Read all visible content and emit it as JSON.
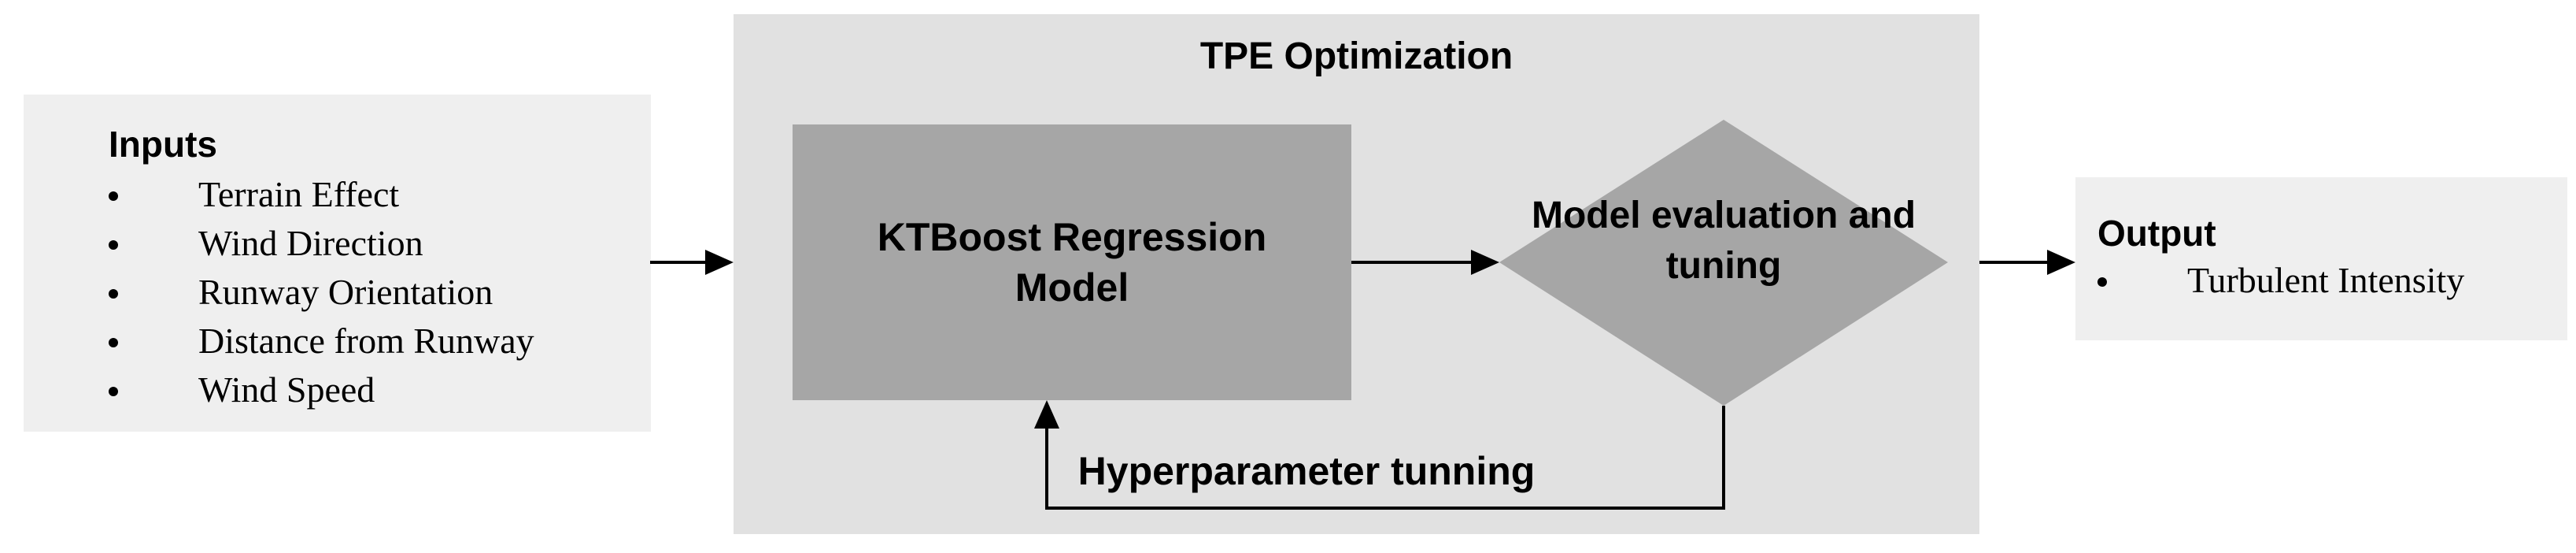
{
  "inputs": {
    "title": "Inputs",
    "items": [
      "Terrain Effect",
      "Wind Direction",
      "Runway Orientation",
      "Distance from Runway",
      "Wind Speed"
    ]
  },
  "optimization": {
    "title": "TPE Optimization",
    "model_label": "KTBoost Regression Model",
    "evaluation_label": "Model evaluation and tuning",
    "feedback_label": "Hyperparameter tunning"
  },
  "output": {
    "title": "Output",
    "items": [
      "Turbulent Intensity"
    ]
  },
  "colors": {
    "panel_light": "#efefef",
    "panel_mid": "#e1e1e1",
    "shape_fill": "#a6a6a6",
    "ink": "#000000"
  }
}
